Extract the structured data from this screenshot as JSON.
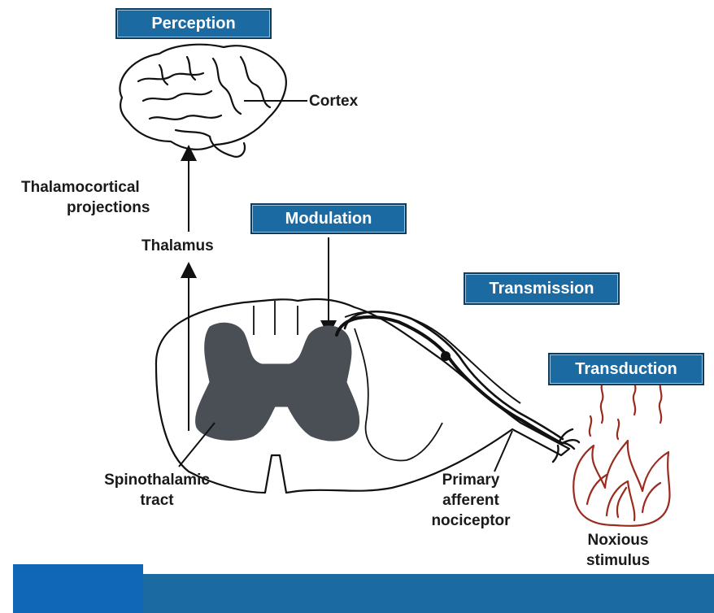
{
  "stages": {
    "perception": "Perception",
    "modulation": "Modulation",
    "transmission": "Transmission",
    "transduction": "Transduction"
  },
  "labels": {
    "cortex": "Cortex",
    "thalamocortical_line1": "Thalamocortical",
    "thalamocortical_line2": "projections",
    "thalamus": "Thalamus",
    "spinothalamic_line1": "Spinothalamic",
    "spinothalamic_line2": "tract",
    "nociceptor_line1": "Primary",
    "nociceptor_line2": "afferent",
    "nociceptor_line3": "nociceptor",
    "stimulus_line1": "Noxious",
    "stimulus_line2": "stimulus"
  },
  "colors": {
    "badge_fill": "#1b6aa2",
    "gray_matter": "#4a4f55",
    "flame": "#9b2b1e",
    "footer_dark": "#1067b8",
    "footer_light": "#1b6aa2"
  }
}
